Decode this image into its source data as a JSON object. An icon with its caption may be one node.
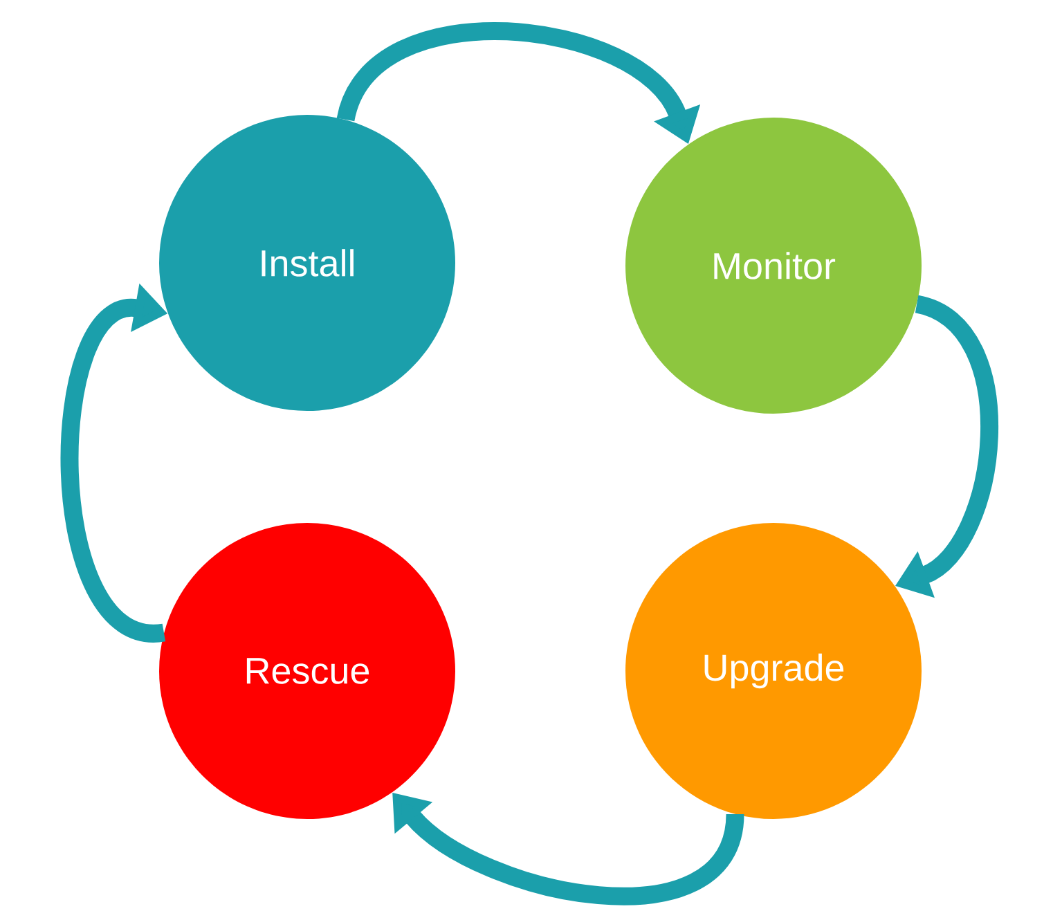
{
  "diagram": {
    "nodes": [
      {
        "text": [
          "Install"
        ]
      },
      {
        "text": [
          "Monitor"
        ]
      },
      {
        "text": [
          "Upgrade"
        ]
      },
      {
        "text": [
          "Rescue"
        ]
      }
    ],
    "edges": [
      {
        "from": 0,
        "to": 1,
        "arrow": "to"
      },
      {
        "from": 1,
        "to": 2,
        "arrow": "to"
      },
      {
        "from": 2,
        "to": 3,
        "arrow": "to"
      },
      {
        "from": 3,
        "to": 0,
        "arrow": "to"
      }
    ]
  }
}
